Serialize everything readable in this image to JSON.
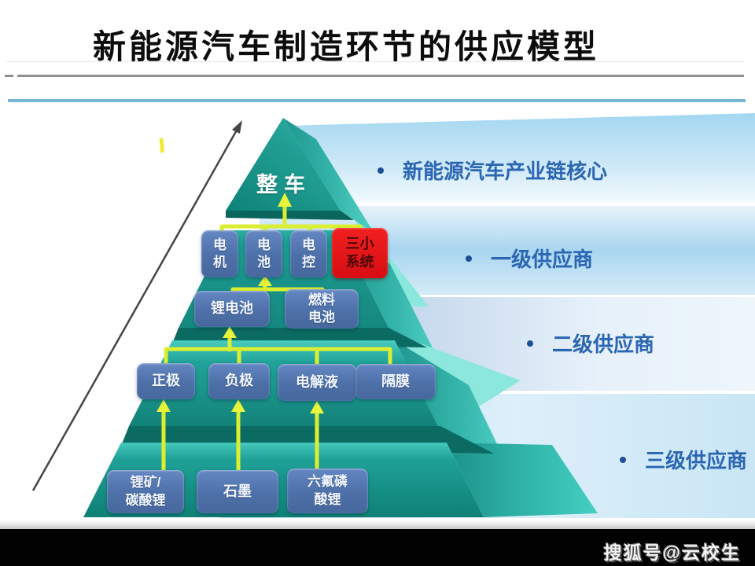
{
  "header": {
    "title": "新能源汽车制造环节的供应模型"
  },
  "pyramid": {
    "peak": "整车",
    "tier1": {
      "boxes": [
        {
          "label": "电\n机"
        },
        {
          "label": "电\n池"
        },
        {
          "label": "电\n控"
        }
      ],
      "highlight": {
        "label": "三小\n系统"
      }
    },
    "tier2": {
      "boxes": [
        {
          "label": "锂电池"
        },
        {
          "label": "燃料\n电池"
        }
      ]
    },
    "tier3": {
      "boxes": [
        {
          "label": "正极"
        },
        {
          "label": "负极"
        },
        {
          "label": "电解液"
        },
        {
          "label": "隔膜"
        }
      ]
    },
    "tier4": {
      "boxes": [
        {
          "label": "锂矿/\n碳酸锂"
        },
        {
          "label": "石墨"
        },
        {
          "label": "六氟磷\n酸锂"
        }
      ]
    }
  },
  "annotations": {
    "items": [
      {
        "label": "新能源汽车产业链核心"
      },
      {
        "label": "一级供应商"
      },
      {
        "label": "二级供应商"
      },
      {
        "label": "三级供应商"
      }
    ]
  },
  "footer": {
    "watermark": "搜狐号@云校生"
  },
  "colors": {
    "pyramid_teal": "#1d9c92",
    "pyramid_dark_edge": "#0b6a61",
    "pyramid_side": "#45cfc2",
    "band_blue": "#a9d6f0",
    "box_blue": "#5578b5",
    "highlight_red": "#e3151b",
    "connector_yellow": "#dcee31",
    "annotation_blue": "#2b66b3"
  }
}
